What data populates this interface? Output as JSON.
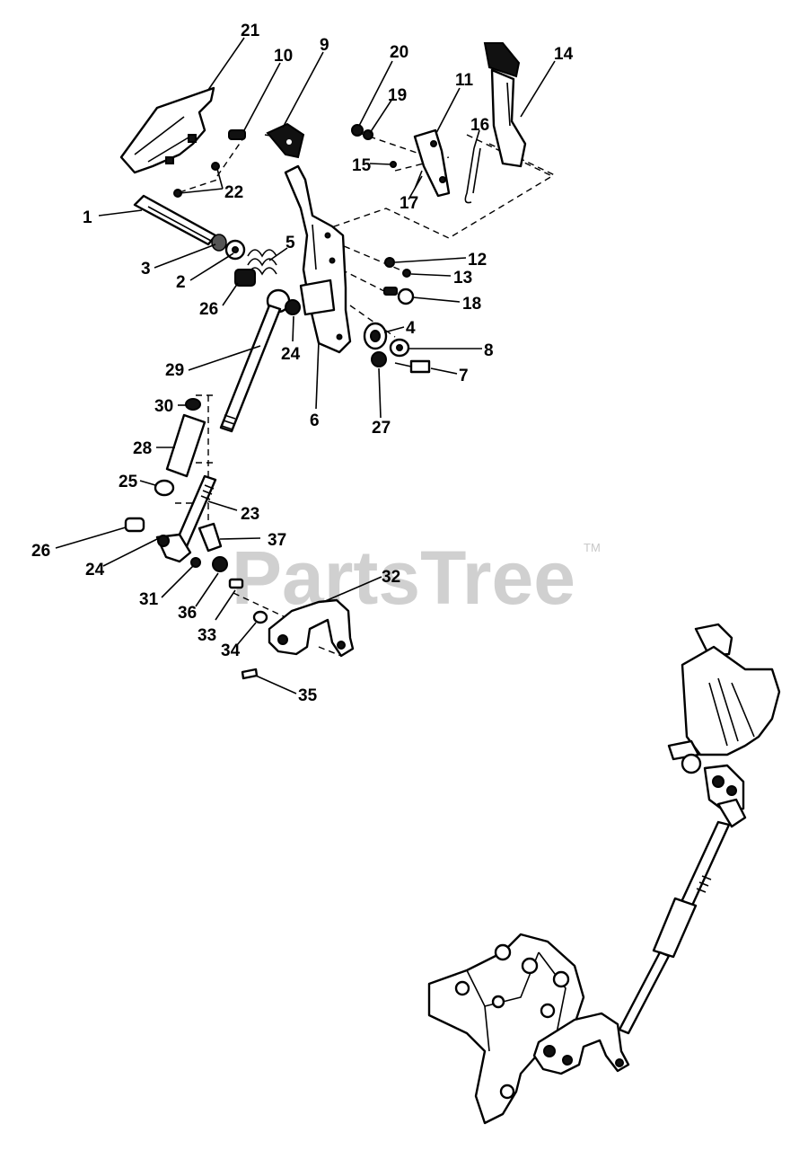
{
  "watermark": {
    "text": "PartsTree",
    "trademark": "TM",
    "color": "#d0d0d0"
  },
  "callouts": [
    {
      "id": "c21",
      "label": "21"
    },
    {
      "id": "c10",
      "label": "10"
    },
    {
      "id": "c9",
      "label": "9"
    },
    {
      "id": "c20",
      "label": "20"
    },
    {
      "id": "c19",
      "label": "19"
    },
    {
      "id": "c11",
      "label": "11"
    },
    {
      "id": "c14",
      "label": "14"
    },
    {
      "id": "c16",
      "label": "16"
    },
    {
      "id": "c15",
      "label": "15"
    },
    {
      "id": "c17",
      "label": "17"
    },
    {
      "id": "c22",
      "label": "22"
    },
    {
      "id": "c1",
      "label": "1"
    },
    {
      "id": "c5",
      "label": "5"
    },
    {
      "id": "c12",
      "label": "12"
    },
    {
      "id": "c3",
      "label": "3"
    },
    {
      "id": "c13",
      "label": "13"
    },
    {
      "id": "c2",
      "label": "2"
    },
    {
      "id": "c18",
      "label": "18"
    },
    {
      "id": "c26a",
      "label": "26"
    },
    {
      "id": "c4",
      "label": "4"
    },
    {
      "id": "c24a",
      "label": "24"
    },
    {
      "id": "c8",
      "label": "8"
    },
    {
      "id": "c29",
      "label": "29"
    },
    {
      "id": "c7",
      "label": "7"
    },
    {
      "id": "c6",
      "label": "6"
    },
    {
      "id": "c27",
      "label": "27"
    },
    {
      "id": "c30",
      "label": "30"
    },
    {
      "id": "c28",
      "label": "28"
    },
    {
      "id": "c25",
      "label": "25"
    },
    {
      "id": "c23",
      "label": "23"
    },
    {
      "id": "c26b",
      "label": "26"
    },
    {
      "id": "c37",
      "label": "37"
    },
    {
      "id": "c24b",
      "label": "24"
    },
    {
      "id": "c32",
      "label": "32"
    },
    {
      "id": "c31",
      "label": "31"
    },
    {
      "id": "c36",
      "label": "36"
    },
    {
      "id": "c33",
      "label": "33"
    },
    {
      "id": "c34",
      "label": "34"
    },
    {
      "id": "c35",
      "label": "35"
    }
  ]
}
